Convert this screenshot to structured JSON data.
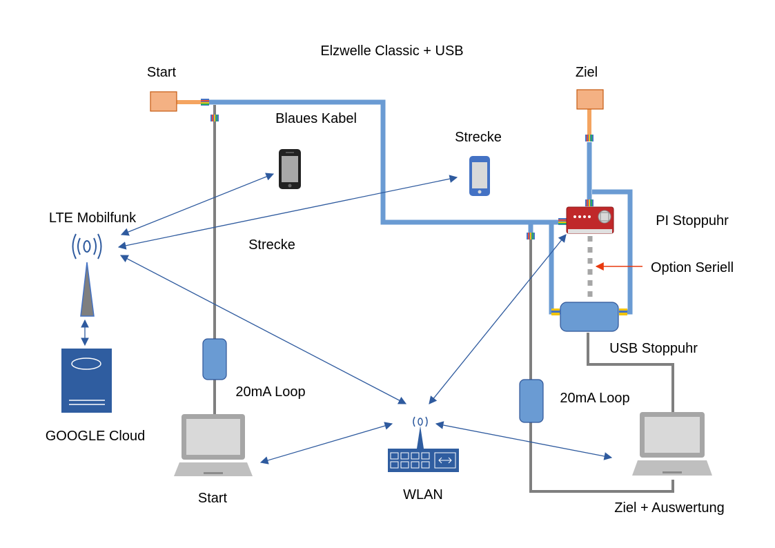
{
  "title": "Elzwelle Classic + USB",
  "labels": {
    "start_top": "Start",
    "ziel_top": "Ziel",
    "blue_cable": "Blaues Kabel",
    "strecke_right": "Strecke",
    "strecke_left": "Strecke",
    "lte": "LTE Mobilfunk",
    "pi_stoppuhr": "PI Stoppuhr",
    "option_seriell": "Option Seriell",
    "usb_stoppuhr": "USB Stoppuhr",
    "loop_left": "20mA Loop",
    "loop_right": "20mA Loop",
    "google_cloud": "GOOGLE Cloud",
    "start_bottom": "Start",
    "wlan": "WLAN",
    "ziel_auswertung": "Ziel + Auswertung"
  },
  "colors": {
    "blue_cable": "#6A9BD3",
    "orange_box": "#F4B183",
    "orange_cable": "#F4A460",
    "gray_cable": "#7F7F7F",
    "arrow": "#2E5A9E",
    "red_arrow": "#E8390E",
    "pi_red": "#C0282A",
    "cloud_blue": "#2F5DA0",
    "device_blue": "#6A9BD3"
  },
  "icons": {
    "phone_black": "smartphone-icon",
    "phone_blue": "smartphone-icon",
    "tower": "cell-tower-icon",
    "cloud": "cloud-server-icon",
    "router": "wlan-router-icon",
    "laptop": "laptop-icon",
    "pi": "raspberry-pi-icon"
  }
}
